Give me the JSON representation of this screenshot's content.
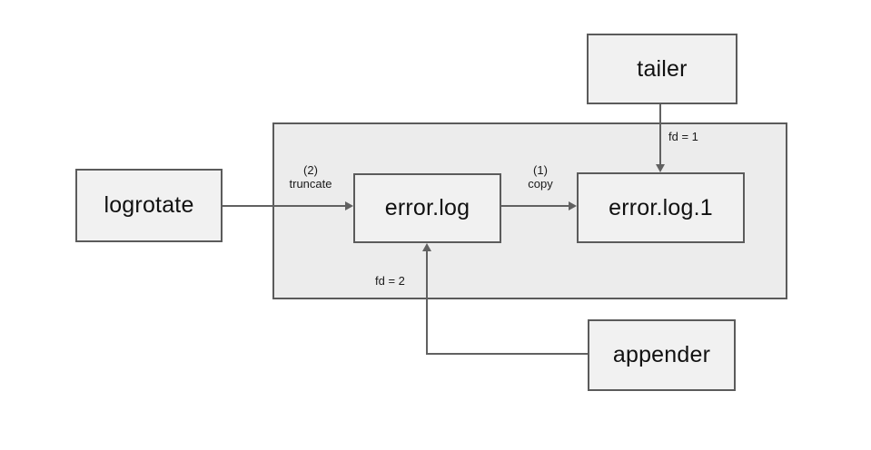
{
  "diagram": {
    "nodes": {
      "tailer": {
        "label": "tailer"
      },
      "logrotate": {
        "label": "logrotate"
      },
      "error_log": {
        "label": "error.log"
      },
      "error_log_1": {
        "label": "error.log.1"
      },
      "appender": {
        "label": "appender"
      }
    },
    "edges": {
      "truncate": {
        "line1": "(2)",
        "line2": "truncate",
        "from": "logrotate",
        "to": "error.log"
      },
      "copy": {
        "line1": "(1)",
        "line2": "copy",
        "from": "error.log",
        "to": "error.log.1"
      },
      "fd1": {
        "label": "fd = 1",
        "from": "tailer",
        "to": "error.log.1"
      },
      "fd2": {
        "label": "fd = 2",
        "from": "appender",
        "to": "error.log"
      }
    },
    "colors": {
      "background": "#ffffff",
      "container_fill": "#ececec",
      "box_fill": "#f1f1f1",
      "border": "#5b5b5b",
      "line": "#616161",
      "text": "#111111",
      "label_text": "#1a1a1a"
    }
  }
}
